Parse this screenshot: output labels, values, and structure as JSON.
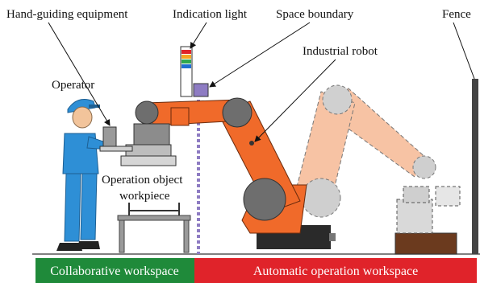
{
  "labels": {
    "hand_guiding": "Hand-guiding equipment",
    "indication_light": "Indication light",
    "space_boundary": "Space boundary",
    "fence": "Fence",
    "industrial_robot": "Industrial robot",
    "operator": "Operator",
    "operation_object_line1": "Operation object",
    "operation_object_line2": "workpiece"
  },
  "zones": {
    "collaborative": "Collaborative workspace",
    "automatic": "Automatic operation workspace"
  },
  "colors": {
    "collaborative_zone": "#1f8a3a",
    "automatic_zone": "#e0232a",
    "robot_orange": "#f06a2a",
    "robot_ghost": "#f7c3a4",
    "joint_gray": "#6e6e6e",
    "operator_blue": "#2e8fd6",
    "boundary_purple": "#8e7cc3",
    "pedestal_brown": "#6b3a1e"
  },
  "indication_light_colors": [
    "#e0232a",
    "#f5a623",
    "#2fa84f",
    "#1f6fd1"
  ]
}
